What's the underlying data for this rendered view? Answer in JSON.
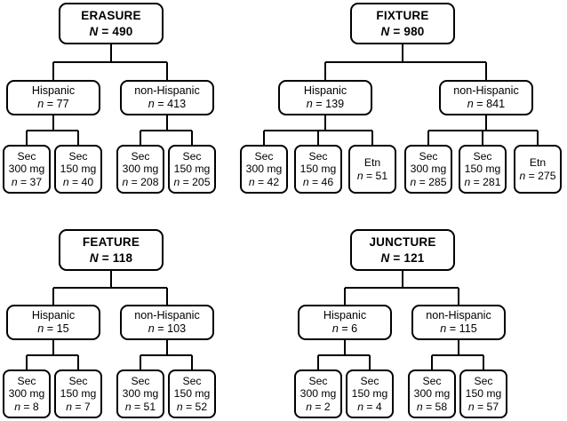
{
  "figure": {
    "type": "flowchart",
    "description": "Four CONSORT-style participant disposition trees by study",
    "studies": [
      {
        "key": "erasure",
        "title": "ERASURE",
        "total_label": "N = 490",
        "total_prefix": "N",
        "total_value": "= 490",
        "strata": [
          {
            "key": "hispanic",
            "label": "Hispanic",
            "count_prefix": "n",
            "count_value": "= 77",
            "arms": [
              {
                "key": "sec300",
                "line1": "Sec",
                "line2": "300 mg",
                "count_prefix": "n",
                "count_value": "= 37"
              },
              {
                "key": "sec150",
                "line1": "Sec",
                "line2": "150 mg",
                "count_prefix": "n",
                "count_value": "= 40"
              }
            ]
          },
          {
            "key": "non-hispanic",
            "label": "non-Hispanic",
            "count_prefix": "n",
            "count_value": "= 413",
            "arms": [
              {
                "key": "sec300",
                "line1": "Sec",
                "line2": "300 mg",
                "count_prefix": "n",
                "count_value": "= 208"
              },
              {
                "key": "sec150",
                "line1": "Sec",
                "line2": "150 mg",
                "count_prefix": "n",
                "count_value": "= 205"
              }
            ]
          }
        ]
      },
      {
        "key": "fixture",
        "title": "FIXTURE",
        "total_label": "N = 980",
        "total_prefix": "N",
        "total_value": "= 980",
        "strata": [
          {
            "key": "hispanic",
            "label": "Hispanic",
            "count_prefix": "n",
            "count_value": "= 139",
            "arms": [
              {
                "key": "sec300",
                "line1": "Sec",
                "line2": "300 mg",
                "count_prefix": "n",
                "count_value": "= 42"
              },
              {
                "key": "sec150",
                "line1": "Sec",
                "line2": "150 mg",
                "count_prefix": "n",
                "count_value": "= 46"
              },
              {
                "key": "etn",
                "line1": "Etn",
                "line2": "",
                "count_prefix": "n",
                "count_value": "= 51"
              }
            ]
          },
          {
            "key": "non-hispanic",
            "label": "non-Hispanic",
            "count_prefix": "n",
            "count_value": "= 841",
            "arms": [
              {
                "key": "sec300",
                "line1": "Sec",
                "line2": "300 mg",
                "count_prefix": "n",
                "count_value": "= 285"
              },
              {
                "key": "sec150",
                "line1": "Sec",
                "line2": "150 mg",
                "count_prefix": "n",
                "count_value": "= 281"
              },
              {
                "key": "etn",
                "line1": "Etn",
                "line2": "",
                "count_prefix": "n",
                "count_value": "= 275"
              }
            ]
          }
        ]
      },
      {
        "key": "feature",
        "title": "FEATURE",
        "total_label": "N = 118",
        "total_prefix": "N",
        "total_value": "= 118",
        "strata": [
          {
            "key": "hispanic",
            "label": "Hispanic",
            "count_prefix": "n",
            "count_value": "= 15",
            "arms": [
              {
                "key": "sec300",
                "line1": "Sec",
                "line2": "300 mg",
                "count_prefix": "n",
                "count_value": "= 8"
              },
              {
                "key": "sec150",
                "line1": "Sec",
                "line2": "150 mg",
                "count_prefix": "n",
                "count_value": "= 7"
              }
            ]
          },
          {
            "key": "non-hispanic",
            "label": "non-Hispanic",
            "count_prefix": "n",
            "count_value": "= 103",
            "arms": [
              {
                "key": "sec300",
                "line1": "Sec",
                "line2": "300 mg",
                "count_prefix": "n",
                "count_value": "= 51"
              },
              {
                "key": "sec150",
                "line1": "Sec",
                "line2": "150 mg",
                "count_prefix": "n",
                "count_value": "= 52"
              }
            ]
          }
        ]
      },
      {
        "key": "juncture",
        "title": "JUNCTURE",
        "total_label": "N = 121",
        "total_prefix": "N",
        "total_value": "= 121",
        "strata": [
          {
            "key": "hispanic",
            "label": "Hispanic",
            "count_prefix": "n",
            "count_value": "= 6",
            "arms": [
              {
                "key": "sec300",
                "line1": "Sec",
                "line2": "300 mg",
                "count_prefix": "n",
                "count_value": "= 2"
              },
              {
                "key": "sec150",
                "line1": "Sec",
                "line2": "150 mg",
                "count_prefix": "n",
                "count_value": "= 4"
              }
            ]
          },
          {
            "key": "non-hispanic",
            "label": "non-Hispanic",
            "count_prefix": "n",
            "count_value": "= 115",
            "arms": [
              {
                "key": "sec300",
                "line1": "Sec",
                "line2": "300 mg",
                "count_prefix": "n",
                "count_value": "= 58"
              },
              {
                "key": "sec150",
                "line1": "Sec",
                "line2": "150 mg",
                "count_prefix": "n",
                "count_value": "= 57"
              }
            ]
          }
        ]
      }
    ]
  },
  "colors": {
    "stroke": "#000000",
    "fill": "#ffffff",
    "text": "#000000"
  }
}
